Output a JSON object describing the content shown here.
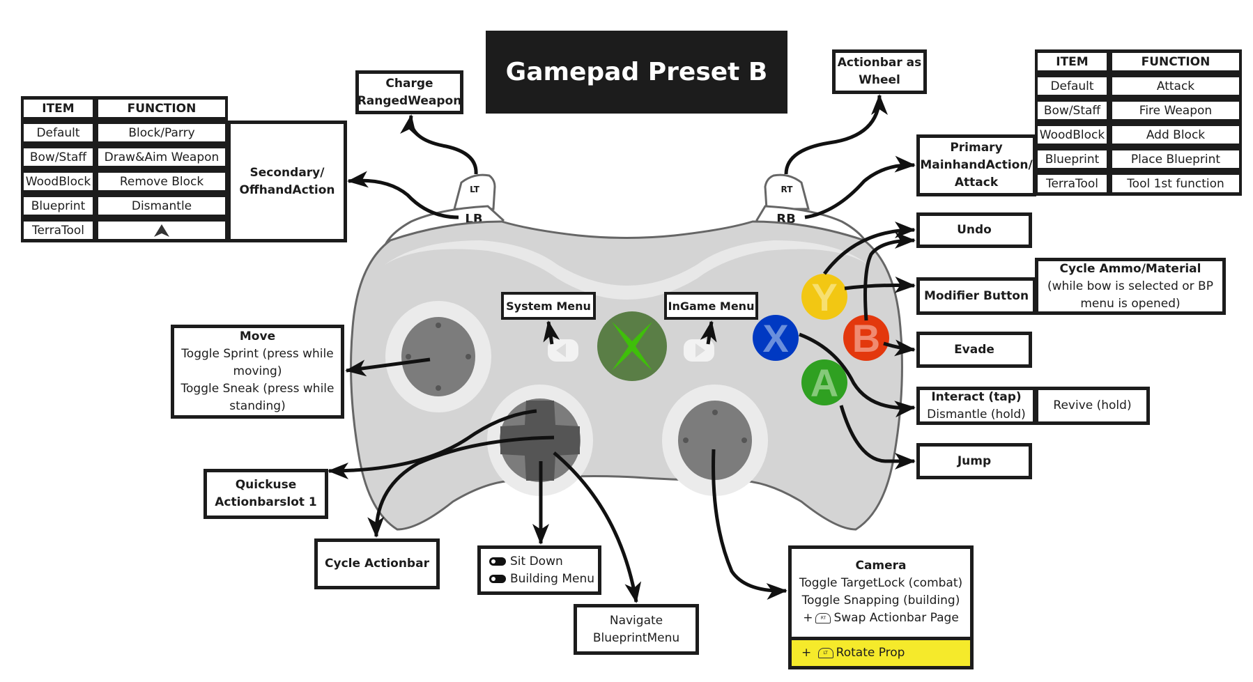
{
  "title": "Gamepad Preset B",
  "controller": {
    "buttons": {
      "lt": "LT",
      "rt": "RT",
      "lb": "LB",
      "rb": "RB",
      "x": "X",
      "y": "Y",
      "a": "A",
      "b": "B"
    },
    "colors": {
      "x": "#0039c2",
      "y": "#f2c713",
      "a": "#2fa021",
      "b": "#e3380d",
      "guide": "#5a7e46",
      "guide_x": "#3fbf0a",
      "body": "#d4d4d4",
      "body_top": "#e8e8e8",
      "stick": "#7c7c7c",
      "dpad": "#555555"
    }
  },
  "left_table": {
    "headers": [
      "ITEM",
      "FUNCTION"
    ],
    "rows": [
      {
        "item": "Default",
        "function": "Block/Parry"
      },
      {
        "item": "Bow/Staff",
        "function": "Draw&Aim Weapon"
      },
      {
        "item": "WoodBlock",
        "function": "Remove Block"
      },
      {
        "item": "Blueprint",
        "function": "Dismantle"
      },
      {
        "item": "TerraTool",
        "function": "",
        "function_icon": "arrow-cursor-icon"
      }
    ],
    "action_label_line1": "Secondary/",
    "action_label_line2": "OffhandAction"
  },
  "right_table": {
    "headers": [
      "ITEM",
      "FUNCTION"
    ],
    "rows": [
      {
        "item": "Default",
        "function": "Attack"
      },
      {
        "item": "Bow/Staff",
        "function": "Fire Weapon"
      },
      {
        "item": "WoodBlock",
        "function": "Add Block"
      },
      {
        "item": "Blueprint",
        "function": "Place Blueprint"
      },
      {
        "item": "TerraTool",
        "function": "Tool 1st function"
      }
    ],
    "action_label_line1": "Primary",
    "action_label_line2": "MainhandAction/",
    "action_label_line3": "Attack"
  },
  "labels": {
    "charge": {
      "line1": "Charge",
      "line2": "RangedWeapon"
    },
    "actionbar_wheel": {
      "line1": "Actionbar as",
      "line2": "Wheel"
    },
    "system_menu": "System Menu",
    "ingame_menu": "InGame Menu",
    "undo": "Undo",
    "modifier": "Modifier Button",
    "cycle_ammo": {
      "title": "Cycle Ammo/Material",
      "line1": "(while bow is selected or BP",
      "line2": "menu is opened)"
    },
    "evade": "Evade",
    "interact": {
      "title": "Interact (tap)",
      "line1": "Dismantle (hold)"
    },
    "revive": "Revive (hold)",
    "jump": "Jump",
    "move": {
      "title": "Move",
      "line1": "Toggle Sprint (press while",
      "line2": "moving)",
      "line3": "Toggle Sneak (press while",
      "line4": "standing)"
    },
    "quickuse": {
      "line1": "Quickuse",
      "line2": "Actionbarslot 1"
    },
    "cycle_actionbar": "Cycle Actionbar",
    "toggles": {
      "item1": "Sit Down",
      "item2": "Building Menu"
    },
    "navigate": {
      "line1": "Navigate",
      "line2": "BlueprintMenu"
    },
    "camera": {
      "title": "Camera",
      "line1": "Toggle TargetLock (combat)",
      "line2": "Toggle Snapping (building)",
      "line3_prefix": "+",
      "line3_icon_label": "RT",
      "line3_text": "Swap Actionbar Page",
      "extra_prefix": "+",
      "extra_icon_label": "LT",
      "extra_text": "Rotate Prop",
      "extra_bg": "#f5ea2b"
    }
  }
}
